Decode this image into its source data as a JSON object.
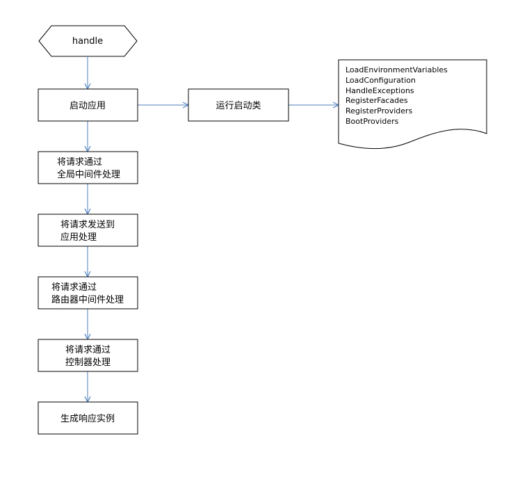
{
  "start": {
    "label": "handle"
  },
  "steps": [
    {
      "id": "start-app",
      "lines": [
        "启动应用"
      ]
    },
    {
      "id": "global-middleware",
      "lines": [
        "将请求通过",
        "全局中间件处理"
      ]
    },
    {
      "id": "dispatch-to-app",
      "lines": [
        "将请求发送到",
        "应用处理"
      ]
    },
    {
      "id": "route-middleware",
      "lines": [
        "将请求通过",
        "路由器中间件处理"
      ]
    },
    {
      "id": "controller",
      "lines": [
        "将请求通过",
        "控制器处理"
      ]
    },
    {
      "id": "response",
      "lines": [
        "生成响应实例"
      ]
    }
  ],
  "bootstrap_box": {
    "label": "运行启动类"
  },
  "bootstrappers": {
    "items": [
      "LoadEnvironmentVariables",
      "LoadConfiguration",
      "HandleExceptions",
      "RegisterFacades",
      "RegisterProviders",
      "BootProviders"
    ]
  },
  "colors": {
    "box_fill": "#ffffff",
    "box_stroke": "#000000",
    "arrow": "#4f81bd",
    "text": "#000000"
  }
}
